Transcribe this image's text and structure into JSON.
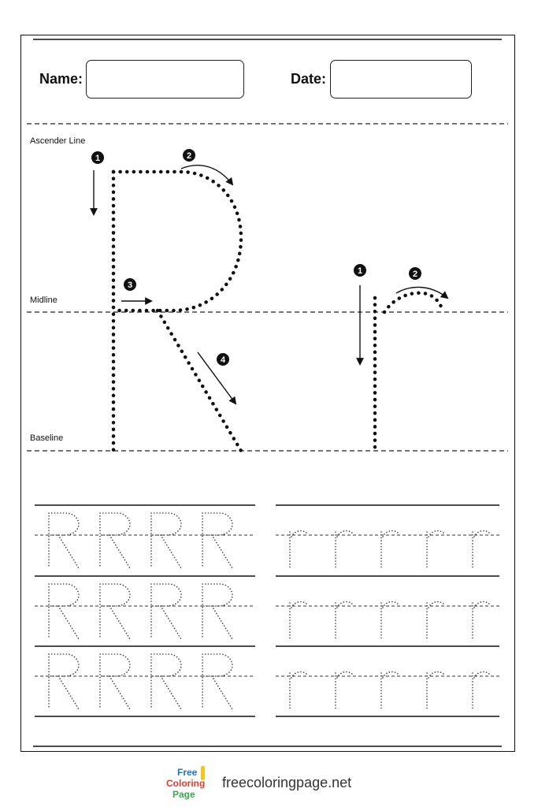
{
  "header": {
    "name_label": "Name:",
    "date_label": "Date:"
  },
  "guides": {
    "ascender": "Ascender Line",
    "midline": "Midline",
    "baseline": "Baseline"
  },
  "strokes": {
    "upper": [
      "1",
      "2",
      "3",
      "4"
    ],
    "lower": [
      "1",
      "2"
    ]
  },
  "practice": {
    "upper_letter": "R",
    "lower_letter": "r",
    "upper_per_row": 4,
    "lower_per_row": 5,
    "rows": 3
  },
  "footer": {
    "logo_words": [
      "Free",
      "Coloring",
      "Page"
    ],
    "site": "freecoloringpage.net"
  },
  "colors": {
    "ink": "#111111",
    "trace": "#444444",
    "logo_blue": "#1a73c9",
    "logo_yellow": "#f5c518",
    "logo_red": "#e23b2e",
    "logo_green": "#3aa84a"
  }
}
